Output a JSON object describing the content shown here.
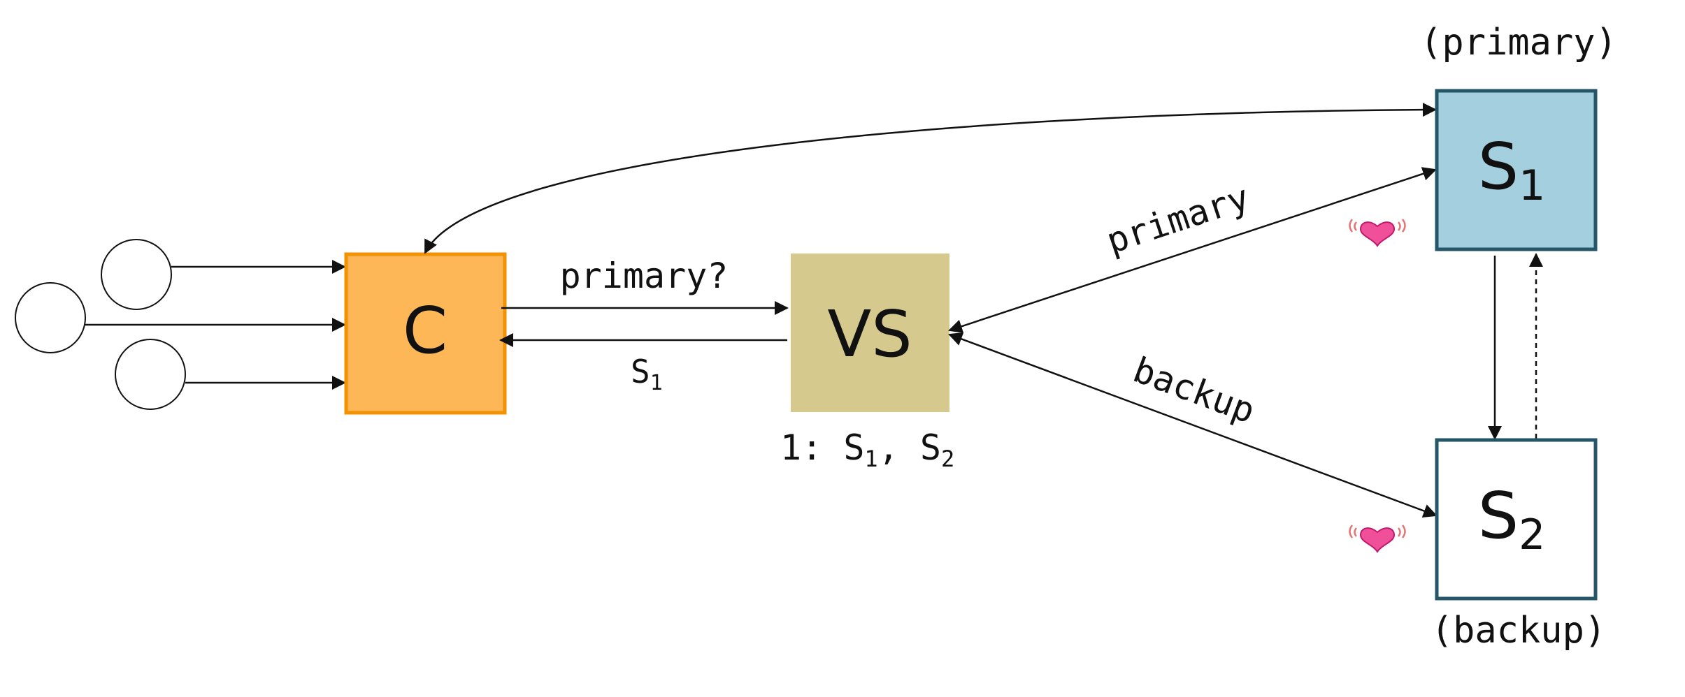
{
  "diagram": {
    "colors": {
      "client_fill": "#FDB757",
      "client_stroke": "#F39200",
      "vs_fill": "#D6C98E",
      "primary_fill": "#A3CFDF",
      "server_stroke": "#245668",
      "backup_fill": "#FFFFFF",
      "heart": "#F04F9A"
    },
    "nodes": {
      "client": {
        "label": "C"
      },
      "view_server": {
        "label": "VS",
        "view": {
          "prefix": "1: ",
          "s1": "S",
          "s1_sub": "1",
          "sep": ", ",
          "s2": "S",
          "s2_sub": "2"
        }
      },
      "server1": {
        "label": "S",
        "sub": "1",
        "role": "(primary)",
        "heartbeat_icon": "heart-icon"
      },
      "server2": {
        "label": "S",
        "sub": "2",
        "role": "(backup)",
        "heartbeat_icon": "heart-icon"
      }
    },
    "edges": {
      "client_to_vs": "primary?",
      "vs_to_client": {
        "text": "S",
        "sub": "1"
      },
      "vs_s1": "primary",
      "vs_s2": "backup"
    },
    "users_count": 3
  }
}
